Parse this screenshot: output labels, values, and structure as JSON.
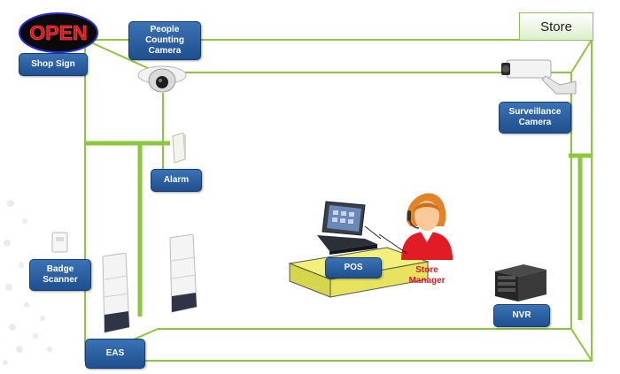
{
  "store_label": "Store",
  "sign_text": "OPEN",
  "labels": {
    "shop_sign": "Shop Sign",
    "people_counting_camera": "People\nCounting\nCamera",
    "surveillance_camera": "Surveillance\nCamera",
    "alarm": "Alarm",
    "badge_scanner": "Badge\nScanner",
    "pos": "POS",
    "store_manager": "Store\nManager",
    "nvr": "NVR",
    "eas": "EAS"
  },
  "colors": {
    "outline_green": "#8dc63f",
    "label_blue": "#2a5fa0",
    "sign_red": "#e8101a",
    "manager_red": "#d0202a",
    "counter_yellow": "#f2f07a"
  },
  "icons": [
    "open-sign-icon",
    "dome-camera-icon",
    "bullet-camera-icon",
    "alarm-sensor-icon",
    "badge-scanner-icon",
    "eas-gate-icon",
    "pos-terminal-icon",
    "manager-person-icon",
    "nvr-box-icon"
  ]
}
